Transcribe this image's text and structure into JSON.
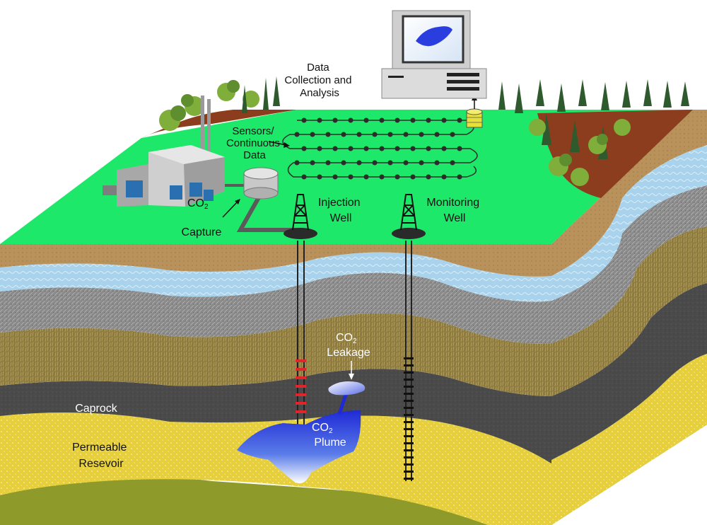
{
  "labels": {
    "data_collection": [
      "Data",
      "Collection and",
      "Analysis"
    ],
    "sensors": [
      "Sensors/",
      "Continuous",
      "Data"
    ],
    "co2_capture": {
      "co": "CO",
      "sub": "2",
      "line2": "Capture"
    },
    "injection_well": [
      "Injection",
      "Well"
    ],
    "monitoring_well": [
      "Monitoring",
      "Well"
    ],
    "co2_leakage": {
      "co": "CO",
      "sub": "2",
      "line2": "Leakage"
    },
    "co2_plume": {
      "co": "CO",
      "sub": "2",
      "line2": "Plume"
    },
    "caprock": "Caprock",
    "permeable_reservoir": [
      "Permeable",
      "Resevoir"
    ]
  },
  "colors": {
    "grass": "#1ee86a",
    "soil": "#b8925a",
    "aquifer": "#a9d3ec",
    "gray_rock": "#8a8a8a",
    "brown_rock": "#8d7a3e",
    "caprock": "#4a4a4a",
    "reservoir": "#e6cf3a",
    "base": "#8e9a2a",
    "plume": "#1f2ad6",
    "leakage_marker": "#e0262a",
    "trees_dark": "#2e5a2e",
    "trees_light": "#7fae3a"
  },
  "icons": [
    "power-plant-icon",
    "storage-tank-icon",
    "derrick-icon",
    "computer-icon",
    "data-logger-icon",
    "tree-icon"
  ]
}
